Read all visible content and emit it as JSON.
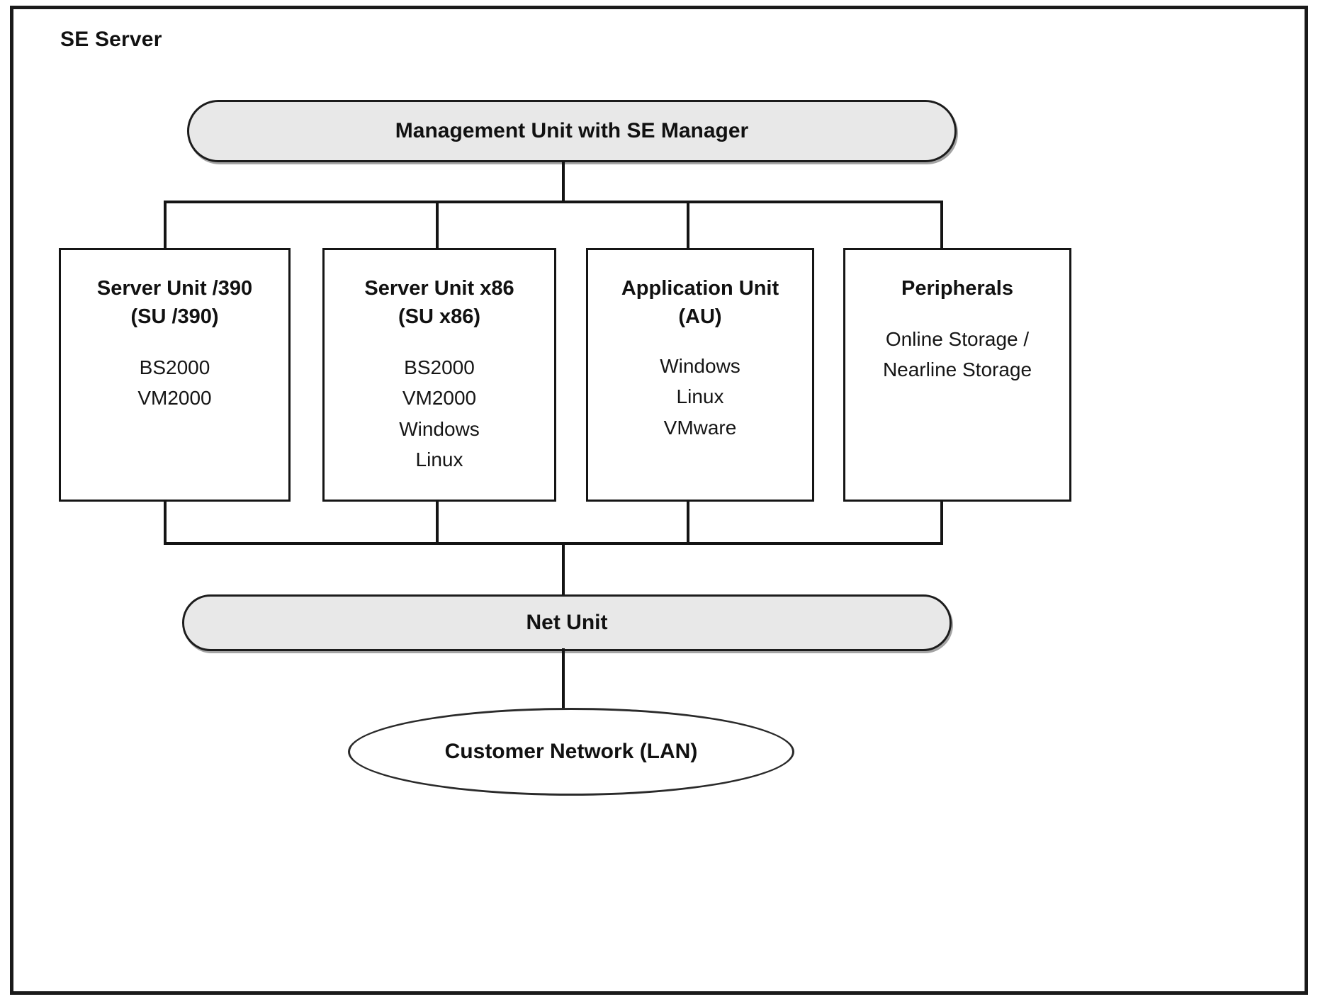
{
  "diagram": {
    "frame_label": "SE Server",
    "management_unit": {
      "label": "Management Unit with SE Manager"
    },
    "units": [
      {
        "id": "su390",
        "title": "Server Unit /390\n(SU /390)",
        "items": "BS2000\nVM2000"
      },
      {
        "id": "sux86",
        "title": "Server Unit x86\n(SU x86)",
        "items": "BS2000\nVM2000\nWindows\nLinux"
      },
      {
        "id": "au",
        "title": "Application Unit\n(AU)",
        "items": "Windows\nLinux\nVMware"
      },
      {
        "id": "peripherals",
        "title": "Peripherals",
        "items": "Online Storage /\nNearline Storage"
      }
    ],
    "net_unit": {
      "label": "Net Unit"
    },
    "customer_network": {
      "label": "Customer Network (LAN)"
    },
    "colors": {
      "pill_fill": "#e8e8e8",
      "line": "#141414",
      "border": "#1a1a1a",
      "background": "#ffffff",
      "text": "#111111"
    }
  }
}
